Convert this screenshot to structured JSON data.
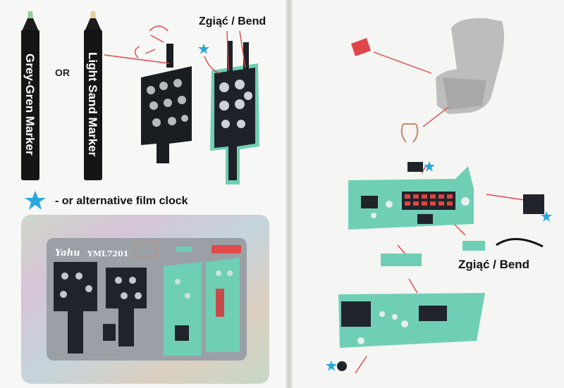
{
  "markers": [
    {
      "label": "Grey-Gren Marker",
      "tip_color": "#8fd19a"
    },
    {
      "label": "Light Sand Marker",
      "tip_color": "#e6cf9a"
    }
  ],
  "or_label": "OR",
  "bend_label": "Zgiąć / Bend",
  "legend": {
    "text": "- or alternative film clock",
    "star_color": "#29a8e0"
  },
  "sheet": {
    "brand": "Yahu",
    "code": "YML7201"
  },
  "colors": {
    "panel_black": "#1a1d22",
    "panel_green": "#6fcfb4",
    "arrow_red": "#e0454a",
    "seat_grey": "#bdbdbd"
  }
}
